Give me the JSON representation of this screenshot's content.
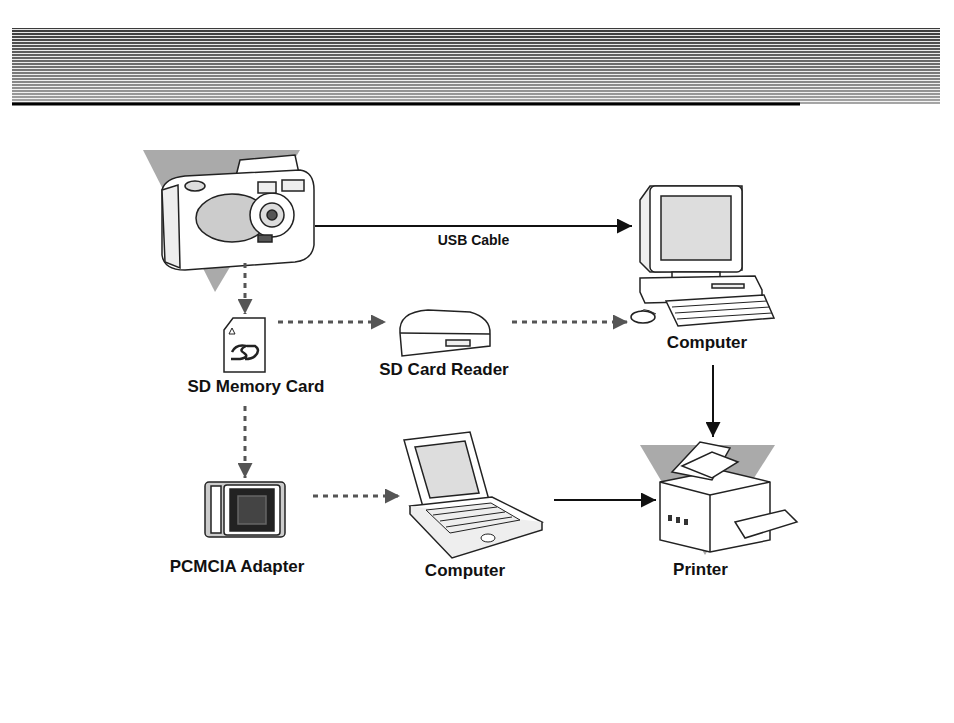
{
  "diagram": {
    "nodes": [
      {
        "text": []
      },
      {
        "text": [
          "SD Memory Card"
        ]
      },
      {
        "text": [
          "SD Card Reader"
        ]
      },
      {
        "text": [
          "Computer"
        ]
      },
      {
        "text": [
          "PCMCIA Adapter"
        ]
      },
      {
        "text": [
          "Computer"
        ]
      },
      {
        "text": [
          "Printer"
        ]
      }
    ],
    "edges": [
      {
        "from": 0,
        "to": 3,
        "arrow": "to",
        "label": "USB Cable"
      },
      {
        "from": 0,
        "to": 1,
        "arrow": "to"
      },
      {
        "from": 1,
        "to": 2,
        "arrow": "to"
      },
      {
        "from": 2,
        "to": 3,
        "arrow": "to"
      },
      {
        "from": 1,
        "to": 4,
        "arrow": "to"
      },
      {
        "from": 4,
        "to": 5,
        "arrow": "to"
      },
      {
        "from": 3,
        "to": 6,
        "arrow": "to"
      },
      {
        "from": 5,
        "to": 6,
        "arrow": "to"
      }
    ]
  }
}
